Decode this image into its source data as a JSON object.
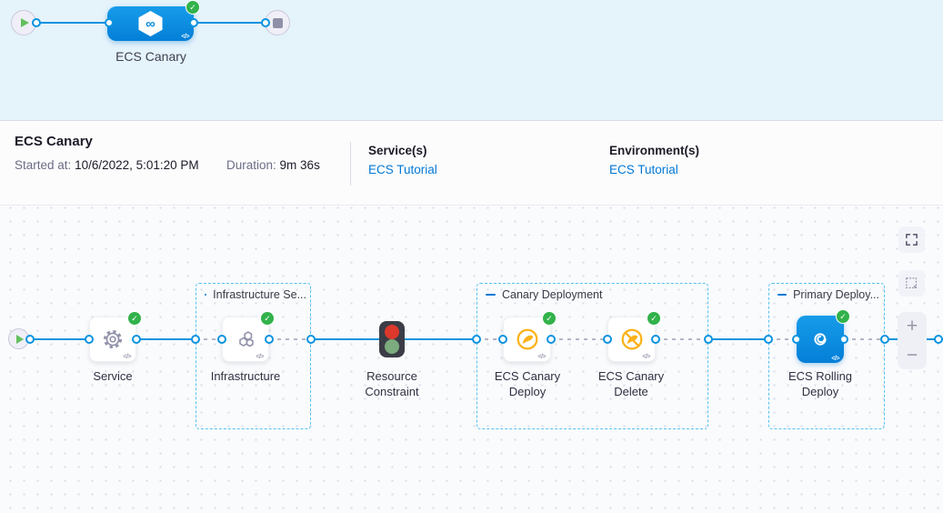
{
  "colors": {
    "accent_blue": "#0b93e0",
    "link_blue": "#0278d5",
    "success_green": "#32b24a",
    "canary_amber": "#fbb117",
    "banner_bg": "#e5f3fb",
    "canvas_bg": "#fafbfd",
    "traffic_red": "#dd382c",
    "traffic_green": "#7cab7e",
    "icon_gray": "#9293ab"
  },
  "glyphs": {
    "code": "</>",
    "check": "✓",
    "infinity": "∞"
  },
  "banner": {
    "stage_label": "ECS Canary"
  },
  "info": {
    "title": "ECS Canary",
    "started_label": "Started at:",
    "started_value": "10/6/2022, 5:01:20 PM",
    "duration_label": "Duration:",
    "duration_value": "9m 36s",
    "services_label": "Service(s)",
    "services_link": "ECS Tutorial",
    "environments_label": "Environment(s)",
    "environments_link": "ECS Tutorial"
  },
  "graph": {
    "groups": [
      {
        "label": "Infrastructure Se..."
      },
      {
        "label": "Canary Deployment"
      },
      {
        "label": "Primary Deploy..."
      }
    ],
    "nodes": [
      {
        "label": "Service"
      },
      {
        "label": "Infrastructure"
      },
      {
        "label": "Resource Constraint"
      },
      {
        "label": "ECS Canary Deploy"
      },
      {
        "label": "ECS Canary Delete"
      },
      {
        "label": "ECS Rolling Deploy"
      }
    ]
  },
  "controls": {
    "zoom_in": "+",
    "zoom_out": "−"
  }
}
